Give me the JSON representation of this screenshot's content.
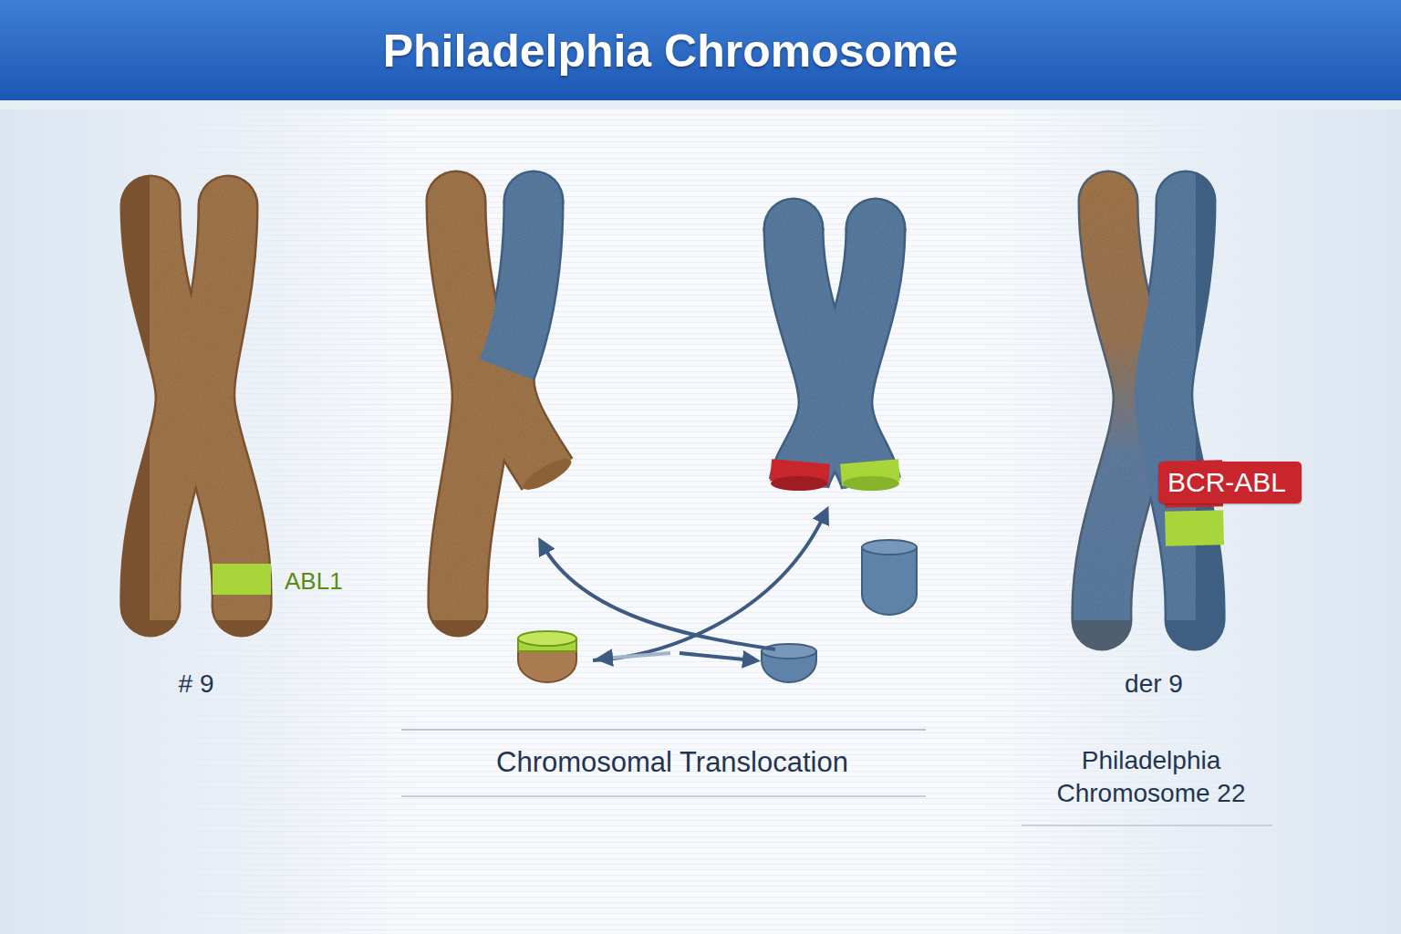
{
  "diagram": {
    "title": "Philadelphia Chromosome",
    "nodes": [
      {
        "text": [
          "BCR-ABL"
        ]
      }
    ],
    "labels": [
      "ABL1",
      "# 9",
      "Chromosomal Translocation",
      "der 9",
      "Philadelphia Chromosome 22"
    ]
  }
}
